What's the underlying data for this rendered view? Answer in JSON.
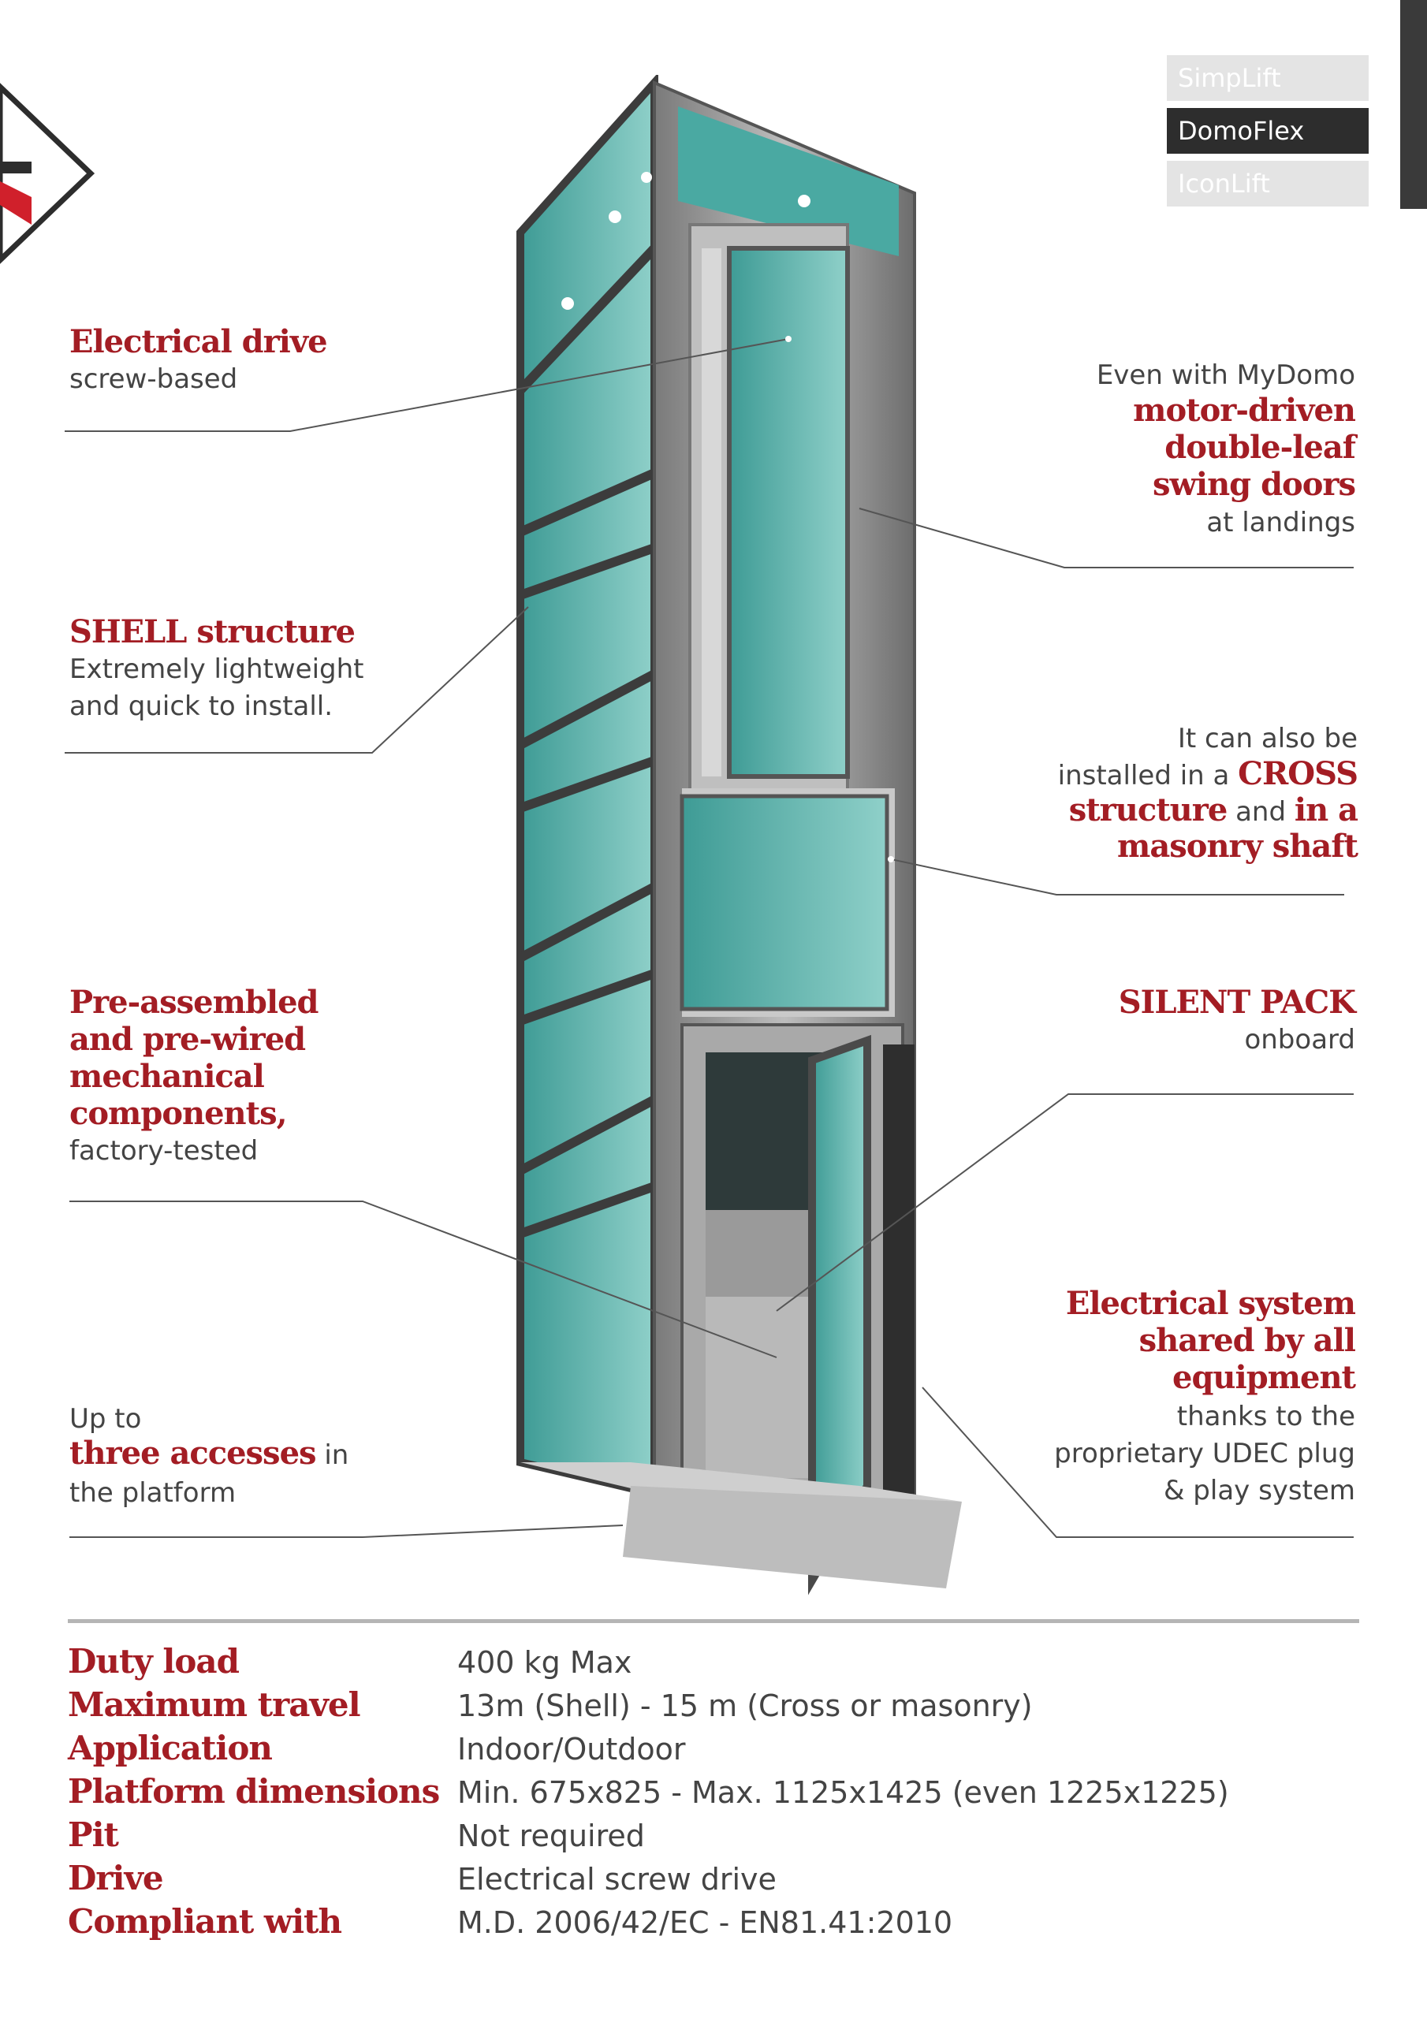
{
  "products": [
    "SimpLift",
    "DomoFlex",
    "IconLift"
  ],
  "features": {
    "electrical_drive": {
      "title": "Electrical drive",
      "sub": "screw-based"
    },
    "shell": {
      "title": "SHELL structure",
      "sub1": "Extremely lightweight",
      "sub2": "and quick to install."
    },
    "preassembled": {
      "t1": "Pre-assembled",
      "t2": "and pre-wired",
      "t3": "mechanical",
      "t4": "components,",
      "sub": "factory-tested"
    },
    "accesses": {
      "l1": "Up to",
      "bold": "three accesses",
      "rest": " in",
      "l3": "the platform"
    },
    "doors": {
      "pre": "Even with MyDomo",
      "t1": "motor-driven",
      "t2": "double-leaf",
      "t3": "swing doors",
      "post": "at landings"
    },
    "cross": {
      "l1": "It can also be",
      "l2a": "installed in a ",
      "l2b": "CROSS",
      "l3a": "structure",
      "l3b": " and ",
      "l3c": "in a",
      "l4": "masonry shaft"
    },
    "silent": {
      "title": "SILENT PACK",
      "sub": "onboard"
    },
    "electrical_system": {
      "t1": "Electrical system",
      "t2": "shared by all",
      "t3": "equipment",
      "s1": "thanks to the",
      "s2": "proprietary UDEC plug",
      "s3": "& play system"
    }
  },
  "specs": [
    {
      "label": "Duty load",
      "value": "400 kg Max"
    },
    {
      "label": "Maximum travel",
      "value": "13m (Shell) - 15 m (Cross or masonry)"
    },
    {
      "label": "Application",
      "value": "Indoor/Outdoor"
    },
    {
      "label": "Platform dimensions",
      "value": "Min. 675x825 - Max. 1125x1425 (even 1225x1225)"
    },
    {
      "label": "Pit",
      "value": "Not required"
    },
    {
      "label": "Drive",
      "value": "Electrical screw drive"
    },
    {
      "label": "Compliant with",
      "value": "M.D. 2006/42/EC - EN81.41:2010"
    }
  ],
  "colors": {
    "accent": "#a31d24",
    "glass": "#5fb3ad",
    "frame": "#9a9a9a",
    "dark": "#2d2d2d"
  }
}
